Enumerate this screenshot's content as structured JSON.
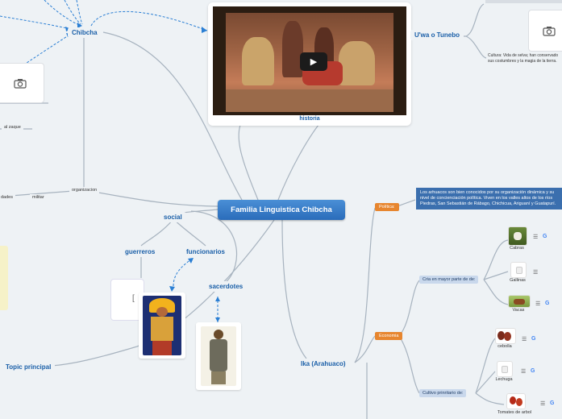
{
  "central": {
    "label": "Familia Linguistica Chibcha"
  },
  "nodes": {
    "chibcha": "Chibcha",
    "historia": "historia",
    "uwa": "U'wa o Tunebo",
    "uwa_culture": "Cultura: Vida de selva; han conservado sus costumbres y la magia de la tierra.",
    "al_zaque": "al zaque",
    "organizacion": "organizacion",
    "militar": "militar",
    "dades": "dades",
    "social": "social",
    "guerreros": "guerreros",
    "funcionarios": "funcionarios",
    "sacerdotes": "sacerdotes",
    "topic_principal": "Topic principal",
    "ika": "Ika (Arahuaco)",
    "politica": "Política:",
    "politica_note": "Los arhuacos son bien conocidos por su organización dinámica y su nivel de concienciación política. Viven en los valles altos de los ríos Piedras, San Sebastián de Rábago, Chichicua, Ariguaní y Guatapurí.",
    "economia": "Economia",
    "cria": "Cria en mayor parte de de:",
    "cultivo": "Cultivo prinritario de:",
    "animals": [
      "Cabras",
      "Gallinas",
      "Vacas"
    ],
    "crops": [
      "cebolla",
      "Lechuga",
      "Tomates de arbol"
    ]
  },
  "icons": {
    "camera": "camera-icon",
    "menu": "menu-icon",
    "google": "google-icon",
    "play": "play-icon"
  },
  "colors": {
    "central": "#2a6cba",
    "topic_text": "#1a5fa8",
    "note_bg": "#3b6fae",
    "orange": "#e7862f",
    "dashed": "#2b7fd4"
  }
}
